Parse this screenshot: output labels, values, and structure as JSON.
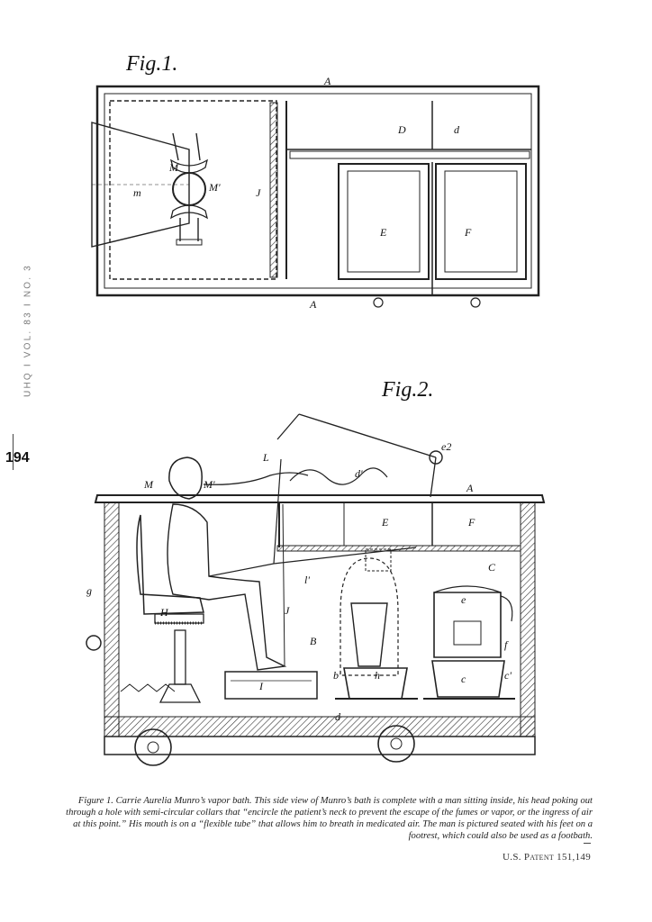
{
  "sidebar": {
    "running_head": "UHQ I VOL. 83 I NO. 3",
    "page_number": "194"
  },
  "figure": {
    "fig1_title": "Fig.1.",
    "fig2_title": "Fig.2.",
    "fig1_labels": [
      "A",
      "A",
      "D",
      "d",
      "E",
      "F",
      "J",
      "m",
      "M",
      "M'"
    ],
    "fig2_labels": [
      "A",
      "B",
      "C",
      "E",
      "F",
      "H",
      "I",
      "J",
      "L",
      "M",
      "M'",
      "g",
      "e",
      "c",
      "h",
      "b'",
      "c'",
      "f",
      "d",
      "d'",
      "l'",
      "e2"
    ]
  },
  "caption": {
    "text": "Figure 1. Carrie Aurelia Munro’s vapor bath. This side view of Munro’s bath is complete with a man sitting inside, his head poking out through a hole with semi-circular collars that “encircle the patient’s neck to prevent the escape of the fumes or vapor, or the ingress of air at this point.” His mouth is on a “flexible tube” that allows him to breath in medicated air. The man is pictured seated with his feet on a footrest, which could also be used as a footbath.",
    "source": "U.S. Patent 151,149"
  }
}
